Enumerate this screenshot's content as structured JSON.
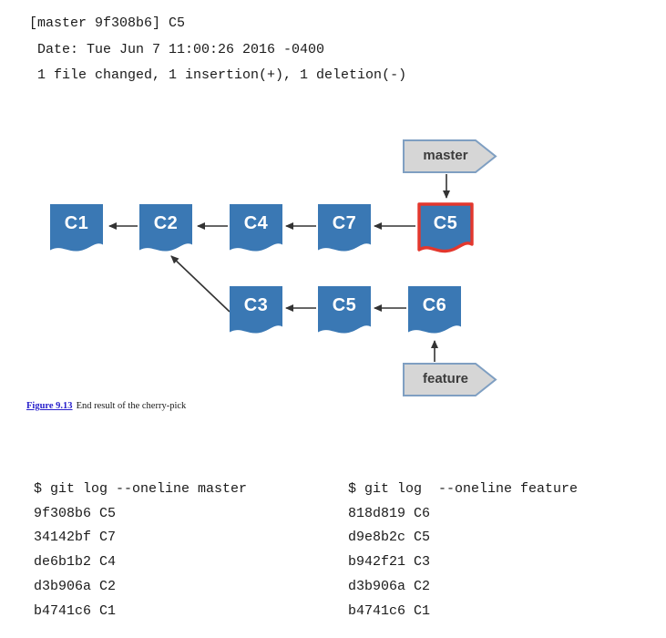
{
  "commit_output": {
    "lines": [
      "[master 9f308b6] C5",
      " Date: Tue Jun 7 11:00:26 2016 -0400",
      " 1 file changed, 1 insertion(+), 1 deletion(-)"
    ]
  },
  "figure": {
    "caption_link": "Figure 9.13",
    "caption_text": "End result of the cherry-pick",
    "branches": {
      "master": "master",
      "feature": "feature"
    },
    "nodes": [
      {
        "id": "c1",
        "label": "C1"
      },
      {
        "id": "c2",
        "label": "C2"
      },
      {
        "id": "c4",
        "label": "C4"
      },
      {
        "id": "c7",
        "label": "C7"
      },
      {
        "id": "c5-master",
        "label": "C5",
        "highlighted": true
      },
      {
        "id": "c3",
        "label": "C3"
      },
      {
        "id": "c5-feature",
        "label": "C5"
      },
      {
        "id": "c6",
        "label": "C6"
      }
    ],
    "colors": {
      "commit_fill": "#3a78b4",
      "commit_text": "#ffffff",
      "highlight_border": "#e3372d",
      "banner_fill": "#d6d6d6",
      "banner_border": "#7f9fc2",
      "arrow": "#333333"
    }
  },
  "git_log": {
    "master": {
      "lines": [
        "$ git log --oneline master",
        "9f308b6 C5",
        "34142bf C7",
        "de6b1b2 C4",
        "d3b906a C2",
        "b4741c6 C1"
      ]
    },
    "feature": {
      "lines": [
        "$ git log  --oneline feature",
        "818d819 C6",
        "d9e8b2c C5",
        "b942f21 C3",
        "d3b906a C2",
        "b4741c6 C1"
      ]
    }
  }
}
